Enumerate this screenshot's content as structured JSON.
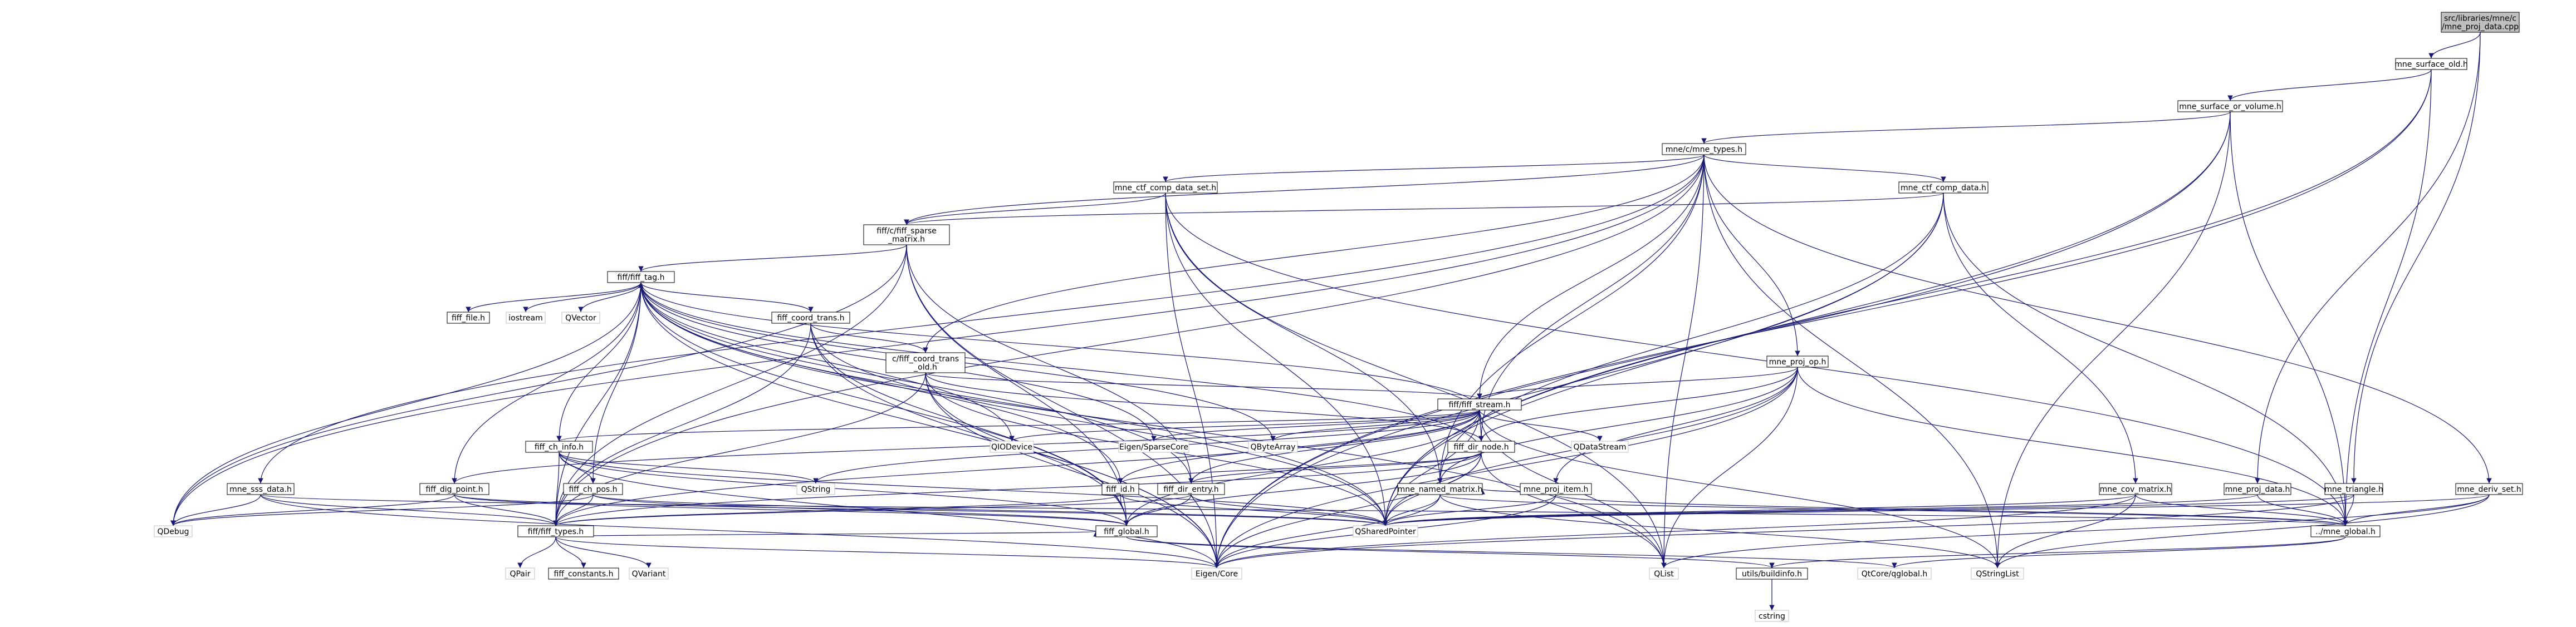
{
  "colors": {
    "edge": "#191970",
    "node_border": "#000000",
    "node_fill": "#ffffff",
    "root_fill": "#bfbfbf",
    "leaf_border": "#bfbfbf",
    "text": "#000000"
  },
  "nodes": [
    {
      "id": "root",
      "label": [
        "src/libraries/mne/c",
        "/mne_proj_data.cpp"
      ],
      "kind": "root"
    },
    {
      "id": "surf_old",
      "label": [
        "mne_surface_old.h"
      ],
      "kind": "file"
    },
    {
      "id": "surf_vol",
      "label": [
        "mne_surface_or_volume.h"
      ],
      "kind": "file"
    },
    {
      "id": "types",
      "label": [
        "mne/c/mne_types.h"
      ],
      "kind": "file"
    },
    {
      "id": "ctf_set",
      "label": [
        "mne_ctf_comp_data_set.h"
      ],
      "kind": "file"
    },
    {
      "id": "ctf_data",
      "label": [
        "mne_ctf_comp_data.h"
      ],
      "kind": "file"
    },
    {
      "id": "sparse",
      "label": [
        "fiff/c/fiff_sparse",
        "_matrix.h"
      ],
      "kind": "file"
    },
    {
      "id": "tag",
      "label": [
        "fiff/fiff_tag.h"
      ],
      "kind": "file"
    },
    {
      "id": "file",
      "label": [
        "fiff_file.h"
      ],
      "kind": "file"
    },
    {
      "id": "iostream",
      "label": [
        "iostream"
      ],
      "kind": "leaf"
    },
    {
      "id": "qvector",
      "label": [
        "QVector"
      ],
      "kind": "leaf"
    },
    {
      "id": "coord",
      "label": [
        "fiff_coord_trans.h"
      ],
      "kind": "file"
    },
    {
      "id": "coord_old",
      "label": [
        "c/fiff_coord_trans",
        "_old.h"
      ],
      "kind": "file"
    },
    {
      "id": "projop",
      "label": [
        "mne_proj_op.h"
      ],
      "kind": "file"
    },
    {
      "id": "stream",
      "label": [
        "fiff/fiff_stream.h"
      ],
      "kind": "file"
    },
    {
      "id": "qiodevice",
      "label": [
        "QIODevice"
      ],
      "kind": "leaf"
    },
    {
      "id": "eigsparse",
      "label": [
        "Eigen/SparseCore"
      ],
      "kind": "leaf"
    },
    {
      "id": "qbytearray",
      "label": [
        "QByteArray"
      ],
      "kind": "leaf"
    },
    {
      "id": "dirnode",
      "label": [
        "fiff_dir_node.h"
      ],
      "kind": "file"
    },
    {
      "id": "qdatastream",
      "label": [
        "QDataStream"
      ],
      "kind": "leaf"
    },
    {
      "id": "chinfo",
      "label": [
        "fiff_ch_info.h"
      ],
      "kind": "file"
    },
    {
      "id": "chpos",
      "label": [
        "fiff_ch_pos.h"
      ],
      "kind": "file"
    },
    {
      "id": "qstring",
      "label": [
        "QString"
      ],
      "kind": "leaf"
    },
    {
      "id": "sss",
      "label": [
        "mne_sss_data.h"
      ],
      "kind": "file"
    },
    {
      "id": "digpoint",
      "label": [
        "fiff_dig_point.h"
      ],
      "kind": "file"
    },
    {
      "id": "fid",
      "label": [
        "fiff_id.h"
      ],
      "kind": "file"
    },
    {
      "id": "direntry",
      "label": [
        "fiff_dir_entry.h"
      ],
      "kind": "file"
    },
    {
      "id": "projitem",
      "label": [
        "mne_proj_item.h"
      ],
      "kind": "file"
    },
    {
      "id": "named",
      "label": [
        "mne_named_matrix.h"
      ],
      "kind": "file"
    },
    {
      "id": "cov",
      "label": [
        "mne_cov_matrix.h"
      ],
      "kind": "file"
    },
    {
      "id": "projdata",
      "label": [
        "mne_proj_data.h"
      ],
      "kind": "file"
    },
    {
      "id": "triangle",
      "label": [
        "mne_triangle.h"
      ],
      "kind": "file"
    },
    {
      "id": "deriv",
      "label": [
        "mne_deriv_set.h"
      ],
      "kind": "file"
    },
    {
      "id": "qdebug",
      "label": [
        "QDebug"
      ],
      "kind": "leaf"
    },
    {
      "id": "ftypes",
      "label": [
        "fiff/fiff_types.h"
      ],
      "kind": "file"
    },
    {
      "id": "fglobal",
      "label": [
        "fiff_global.h"
      ],
      "kind": "file"
    },
    {
      "id": "qshared",
      "label": [
        "QSharedPointer"
      ],
      "kind": "leaf"
    },
    {
      "id": "mglobal",
      "label": [
        "../mne_global.h"
      ],
      "kind": "file"
    },
    {
      "id": "qpair",
      "label": [
        "QPair"
      ],
      "kind": "leaf"
    },
    {
      "id": "fconst",
      "label": [
        "fiff_constants.h"
      ],
      "kind": "file"
    },
    {
      "id": "qvariant",
      "label": [
        "QVariant"
      ],
      "kind": "leaf"
    },
    {
      "id": "eigcore",
      "label": [
        "Eigen/Core"
      ],
      "kind": "leaf"
    },
    {
      "id": "qlist",
      "label": [
        "QList"
      ],
      "kind": "leaf"
    },
    {
      "id": "buildinfo",
      "label": [
        "utils/buildinfo.h"
      ],
      "kind": "file"
    },
    {
      "id": "qtcore",
      "label": [
        "QtCore/qglobal.h"
      ],
      "kind": "leaf"
    },
    {
      "id": "qstringlist",
      "label": [
        "QStringList"
      ],
      "kind": "leaf"
    },
    {
      "id": "cstring",
      "label": [
        "cstring"
      ],
      "kind": "leaf"
    }
  ],
  "edges": [
    [
      "root",
      "surf_old"
    ],
    [
      "root",
      "projdata"
    ],
    [
      "root",
      "triangle"
    ],
    [
      "surf_old",
      "surf_vol"
    ],
    [
      "surf_old",
      "qshared"
    ],
    [
      "surf_old",
      "mglobal"
    ],
    [
      "surf_old",
      "eigcore"
    ],
    [
      "surf_vol",
      "types"
    ],
    [
      "surf_vol",
      "eigcore"
    ],
    [
      "surf_vol",
      "qshared"
    ],
    [
      "surf_vol",
      "mglobal"
    ],
    [
      "surf_vol",
      "qstringlist"
    ],
    [
      "types",
      "ctf_set"
    ],
    [
      "types",
      "ctf_data"
    ],
    [
      "types",
      "sparse"
    ],
    [
      "types",
      "coord_old"
    ],
    [
      "types",
      "stream"
    ],
    [
      "types",
      "projop"
    ],
    [
      "types",
      "sss"
    ],
    [
      "types",
      "named"
    ],
    [
      "types",
      "deriv"
    ],
    [
      "types",
      "qdebug"
    ],
    [
      "types",
      "ftypes"
    ],
    [
      "types",
      "qlist"
    ],
    [
      "types",
      "qstringlist"
    ],
    [
      "types",
      "dirnode"
    ],
    [
      "ctf_set",
      "sparse"
    ],
    [
      "ctf_set",
      "named"
    ],
    [
      "ctf_set",
      "qshared"
    ],
    [
      "ctf_set",
      "mglobal"
    ],
    [
      "ctf_set",
      "eigcore"
    ],
    [
      "ctf_set",
      "qlist"
    ],
    [
      "ctf_data",
      "sparse"
    ],
    [
      "ctf_data",
      "named"
    ],
    [
      "ctf_data",
      "cov"
    ],
    [
      "ctf_data",
      "mglobal"
    ],
    [
      "ctf_data",
      "qshared"
    ],
    [
      "ctf_data",
      "eigcore"
    ],
    [
      "sparse",
      "tag"
    ],
    [
      "sparse",
      "fglobal"
    ],
    [
      "sparse",
      "direntry"
    ],
    [
      "sparse",
      "qdebug"
    ],
    [
      "sparse",
      "ftypes"
    ],
    [
      "sparse",
      "eigcore"
    ],
    [
      "tag",
      "file"
    ],
    [
      "tag",
      "iostream"
    ],
    [
      "tag",
      "qvector"
    ],
    [
      "tag",
      "coord"
    ],
    [
      "tag",
      "chinfo"
    ],
    [
      "tag",
      "chpos"
    ],
    [
      "tag",
      "digpoint"
    ],
    [
      "tag",
      "fid"
    ],
    [
      "tag",
      "direntry"
    ],
    [
      "tag",
      "ftypes"
    ],
    [
      "tag",
      "fglobal"
    ],
    [
      "tag",
      "qshared"
    ],
    [
      "tag",
      "eigcore"
    ],
    [
      "tag",
      "eigsparse"
    ],
    [
      "tag",
      "qbytearray"
    ],
    [
      "tag",
      "qiodevice"
    ],
    [
      "tag",
      "qdebug"
    ],
    [
      "tag",
      "qlist"
    ],
    [
      "coord",
      "coord_old"
    ],
    [
      "coord",
      "fglobal"
    ],
    [
      "coord",
      "eigcore"
    ],
    [
      "coord",
      "qshared"
    ],
    [
      "coord",
      "ftypes"
    ],
    [
      "coord_old",
      "stream"
    ],
    [
      "coord_old",
      "dirnode"
    ],
    [
      "coord_old",
      "ftypes"
    ],
    [
      "coord_old",
      "fglobal"
    ],
    [
      "coord_old",
      "qshared"
    ],
    [
      "coord_old",
      "eigcore"
    ],
    [
      "projop",
      "stream"
    ],
    [
      "projop",
      "projitem"
    ],
    [
      "projop",
      "named"
    ],
    [
      "projop",
      "dirnode"
    ],
    [
      "projop",
      "qshared"
    ],
    [
      "projop",
      "mglobal"
    ],
    [
      "projop",
      "eigcore"
    ],
    [
      "projop",
      "qlist"
    ],
    [
      "stream",
      "qiodevice"
    ],
    [
      "stream",
      "eigsparse"
    ],
    [
      "stream",
      "qbytearray"
    ],
    [
      "stream",
      "dirnode"
    ],
    [
      "stream",
      "qdatastream"
    ],
    [
      "stream",
      "qstring"
    ],
    [
      "stream",
      "qstringlist"
    ],
    [
      "stream",
      "qlist"
    ],
    [
      "stream",
      "chinfo"
    ],
    [
      "stream",
      "fid"
    ],
    [
      "stream",
      "direntry"
    ],
    [
      "stream",
      "ftypes"
    ],
    [
      "stream",
      "fglobal"
    ],
    [
      "stream",
      "qshared"
    ],
    [
      "stream",
      "tag"
    ],
    [
      "stream",
      "digpoint"
    ],
    [
      "dirnode",
      "fid"
    ],
    [
      "dirnode",
      "direntry"
    ],
    [
      "dirnode",
      "ftypes"
    ],
    [
      "dirnode",
      "fglobal"
    ],
    [
      "dirnode",
      "qshared"
    ],
    [
      "dirnode",
      "qlist"
    ],
    [
      "dirnode",
      "tag"
    ],
    [
      "dirnode",
      "eigcore"
    ],
    [
      "chinfo",
      "chpos"
    ],
    [
      "chinfo",
      "ftypes"
    ],
    [
      "chinfo",
      "fglobal"
    ],
    [
      "chinfo",
      "qshared"
    ],
    [
      "chinfo",
      "qstring"
    ],
    [
      "chinfo",
      "eigcore"
    ],
    [
      "chpos",
      "ftypes"
    ],
    [
      "chpos",
      "fglobal"
    ],
    [
      "chpos",
      "qshared"
    ],
    [
      "chpos",
      "qdebug"
    ],
    [
      "sss",
      "qdebug"
    ],
    [
      "sss",
      "ftypes"
    ],
    [
      "sss",
      "mglobal"
    ],
    [
      "sss",
      "eigcore"
    ],
    [
      "digpoint",
      "ftypes"
    ],
    [
      "digpoint",
      "fglobal"
    ],
    [
      "digpoint",
      "qshared"
    ],
    [
      "digpoint",
      "qdebug"
    ],
    [
      "fid",
      "ftypes"
    ],
    [
      "fid",
      "fglobal"
    ],
    [
      "fid",
      "qshared"
    ],
    [
      "direntry",
      "ftypes"
    ],
    [
      "direntry",
      "fglobal"
    ],
    [
      "direntry",
      "qshared"
    ],
    [
      "projitem",
      "named"
    ],
    [
      "projitem",
      "qshared"
    ],
    [
      "projitem",
      "mglobal"
    ],
    [
      "projitem",
      "eigcore"
    ],
    [
      "named",
      "qshared"
    ],
    [
      "named",
      "mglobal"
    ],
    [
      "named",
      "eigcore"
    ],
    [
      "named",
      "qstringlist"
    ],
    [
      "cov",
      "qshared"
    ],
    [
      "cov",
      "mglobal"
    ],
    [
      "cov",
      "eigcore"
    ],
    [
      "cov",
      "qstringlist"
    ],
    [
      "projdata",
      "qshared"
    ],
    [
      "projdata",
      "mglobal"
    ],
    [
      "triangle",
      "qshared"
    ],
    [
      "triangle",
      "mglobal"
    ],
    [
      "triangle",
      "eigcore"
    ],
    [
      "deriv",
      "qshared"
    ],
    [
      "deriv",
      "mglobal"
    ],
    [
      "deriv",
      "qstringlist"
    ],
    [
      "deriv",
      "qlist"
    ],
    [
      "ftypes",
      "qpair"
    ],
    [
      "ftypes",
      "fconst"
    ],
    [
      "ftypes",
      "qvariant"
    ],
    [
      "ftypes",
      "eigcore"
    ],
    [
      "ftypes",
      "fglobal"
    ],
    [
      "fglobal",
      "buildinfo"
    ],
    [
      "fglobal",
      "qtcore"
    ],
    [
      "mglobal",
      "buildinfo"
    ],
    [
      "mglobal",
      "qtcore"
    ],
    [
      "buildinfo",
      "cstring"
    ]
  ]
}
